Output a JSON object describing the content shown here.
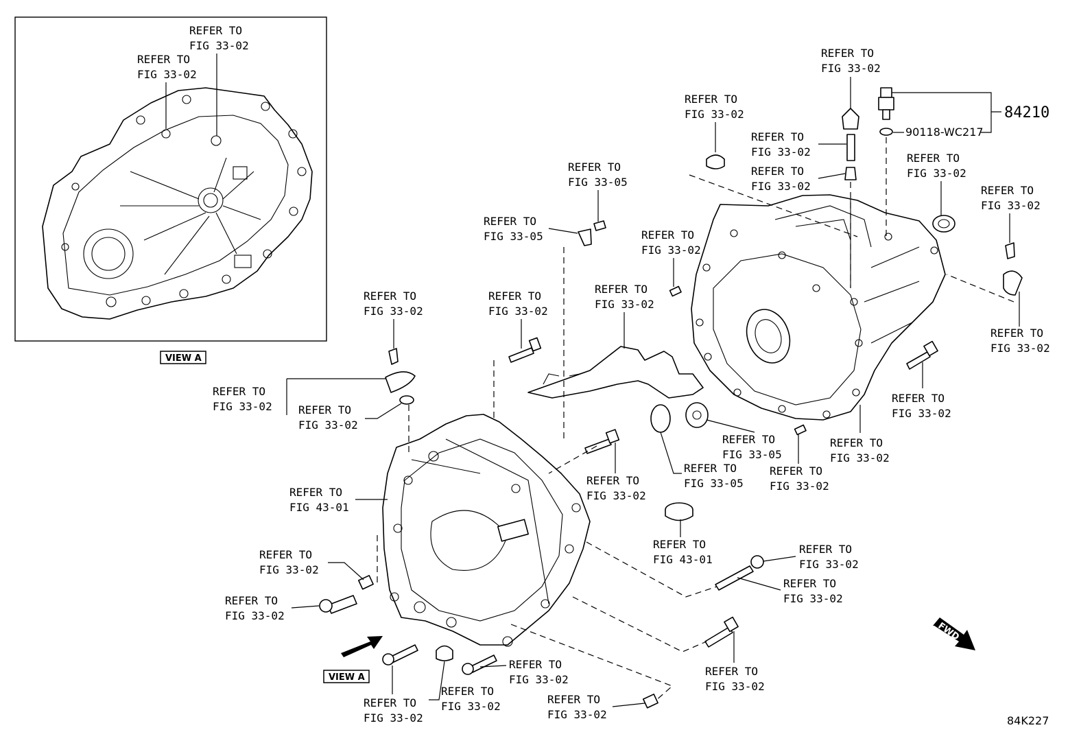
{
  "refer_to": "REFER TO",
  "view_a": "VIEW A",
  "fwd": "FWD",
  "part_84210": "84210",
  "part_90118": "90118-WC217",
  "figure_code": "84K227",
  "callouts": [
    {
      "id": "inset-top",
      "fig": "FIG 33-02"
    },
    {
      "id": "inset-left",
      "fig": "FIG 33-02"
    },
    {
      "id": "drain-bolt",
      "fig": "FIG 33-02"
    },
    {
      "id": "drain-bracket",
      "fig": "FIG 33-02"
    },
    {
      "id": "drain-washer",
      "fig": "FIG 33-02"
    },
    {
      "id": "bolt-upper-mid",
      "fig": "FIG 33-02"
    },
    {
      "id": "bracket-bolt",
      "fig": "FIG 33-05"
    },
    {
      "id": "bracket",
      "fig": "FIG 33-05"
    },
    {
      "id": "housing-gasket",
      "fig": "FIG 43-01"
    },
    {
      "id": "pin-left",
      "fig": "FIG 33-02"
    },
    {
      "id": "bolt-left",
      "fig": "FIG 33-02"
    },
    {
      "id": "bolt-bottom-left",
      "fig": "FIG 33-02"
    },
    {
      "id": "plug-bottom",
      "fig": "FIG 33-02"
    },
    {
      "id": "bolt-bottom-mid",
      "fig": "FIG 33-02"
    },
    {
      "id": "pin-bottom",
      "fig": "FIG 33-02"
    },
    {
      "id": "bolt-center",
      "fig": "FIG 33-02"
    },
    {
      "id": "seal-center",
      "fig": "FIG 43-01"
    },
    {
      "id": "plate",
      "fig": "FIG 33-02"
    },
    {
      "id": "pin-top",
      "fig": "FIG 33-02"
    },
    {
      "id": "oil-seal-top",
      "fig": "FIG 33-02"
    },
    {
      "id": "breather-cap",
      "fig": "FIG 33-02"
    },
    {
      "id": "breather-tube",
      "fig": "FIG 33-02"
    },
    {
      "id": "breather-union",
      "fig": "FIG 33-02"
    },
    {
      "id": "oil-seal-right",
      "fig": "FIG 33-02"
    },
    {
      "id": "bolt-far-right",
      "fig": "FIG 33-02"
    },
    {
      "id": "bracket-right",
      "fig": "FIG 33-02"
    },
    {
      "id": "bolt-right",
      "fig": "FIG 33-02"
    },
    {
      "id": "pin-right",
      "fig": "FIG 33-02"
    },
    {
      "id": "case-right",
      "fig": "FIG 33-02"
    },
    {
      "id": "magnet-cover",
      "fig": "FIG 33-05"
    },
    {
      "id": "magnet",
      "fig": "FIG 33-05"
    },
    {
      "id": "bolt-case-a",
      "fig": "FIG 33-02"
    },
    {
      "id": "bolt-case-b",
      "fig": "FIG 33-02"
    },
    {
      "id": "bolt-case-c",
      "fig": "FIG 33-02"
    }
  ]
}
